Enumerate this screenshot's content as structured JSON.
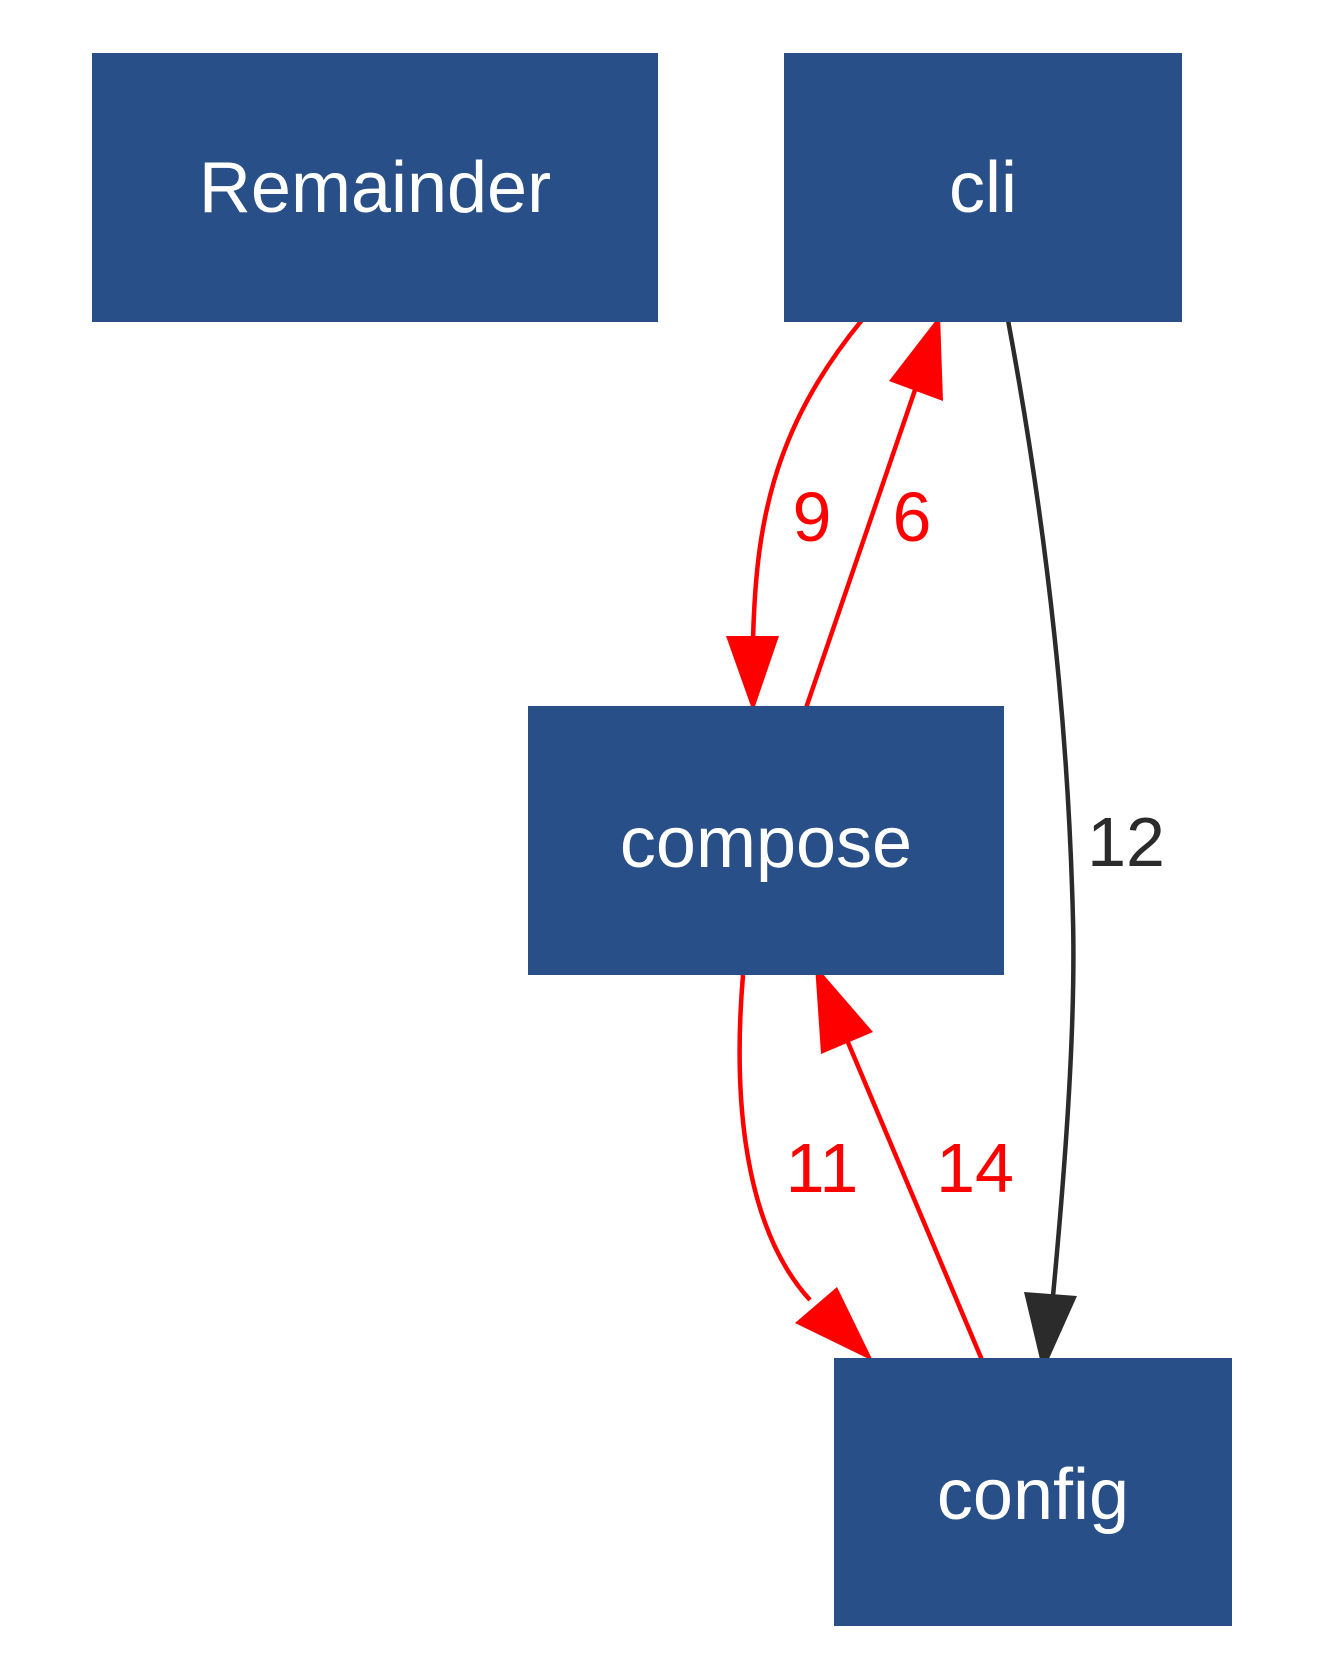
{
  "colors": {
    "node_fill": "#284f87",
    "node_text": "#ffffff",
    "cycle_edge": "#ff0000",
    "normal_edge": "#2b2b2b",
    "background": "#ffffff"
  },
  "nodes": {
    "remainder": {
      "label": "Remainder"
    },
    "cli": {
      "label": "cli"
    },
    "compose": {
      "label": "compose"
    },
    "config": {
      "label": "config"
    }
  },
  "edges": {
    "cli_to_compose": {
      "from": "cli",
      "to": "compose",
      "weight": "9",
      "kind": "cycle"
    },
    "compose_to_cli": {
      "from": "compose",
      "to": "cli",
      "weight": "6",
      "kind": "cycle"
    },
    "cli_to_config": {
      "from": "cli",
      "to": "config",
      "weight": "12",
      "kind": "normal"
    },
    "compose_to_config": {
      "from": "compose",
      "to": "config",
      "weight": "11",
      "kind": "cycle"
    },
    "config_to_compose": {
      "from": "config",
      "to": "compose",
      "weight": "14",
      "kind": "cycle"
    }
  }
}
